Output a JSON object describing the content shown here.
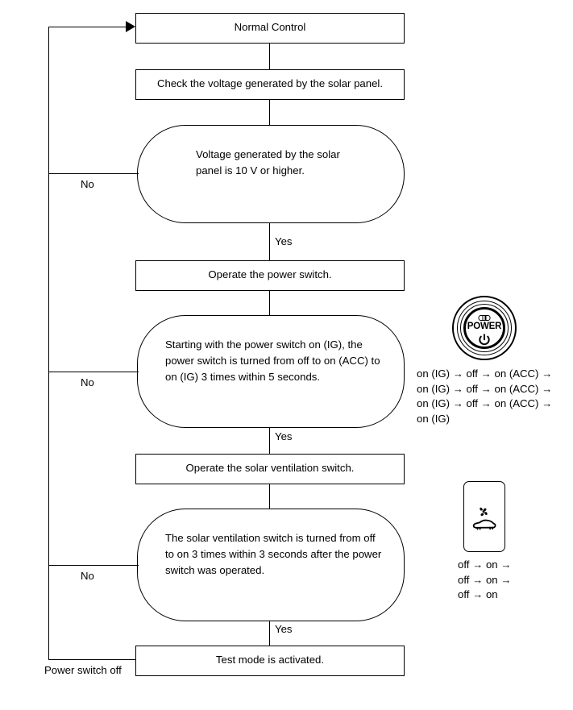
{
  "diagram": {
    "title": "Solar ventilation test mode activation flowchart",
    "nodes": {
      "normal_control": "Normal Control",
      "check_voltage": "Check the voltage generated by the solar panel.",
      "voltage_decision": "Voltage generated by the solar panel is 10 V or higher.",
      "operate_power_switch": "Operate the power switch.",
      "power_switch_decision": "Starting with the power switch on (IG), the power switch is turned from off to on (ACC) to on (IG) 3 times within 5 seconds.",
      "operate_vent_switch": "Operate the solar ventilation switch.",
      "vent_switch_decision": "The solar ventilation switch is turned from off to on 3 times within 3 seconds after the power switch was operated.",
      "test_mode": "Test mode is activated."
    },
    "edge_labels": {
      "no_1": "No",
      "yes_1": "Yes",
      "no_2": "No",
      "yes_2": "Yes",
      "no_3": "No",
      "yes_3": "Yes",
      "power_switch_off": "Power switch off"
    }
  },
  "side_panel": {
    "power_switch": {
      "icon_label": "POWER",
      "icon_name": "power-switch-icon",
      "sequence": "on (IG) → off → on (ACC) →\non (IG) → off → on (ACC) →\non (IG) → off → on (ACC) →\non (IG)"
    },
    "ventilation_switch": {
      "icon_name": "solar-ventilation-switch-icon",
      "sequence": "off → on →\noff → on →\noff → on"
    }
  },
  "colors": {
    "stroke": "#000000",
    "background": "#ffffff"
  }
}
